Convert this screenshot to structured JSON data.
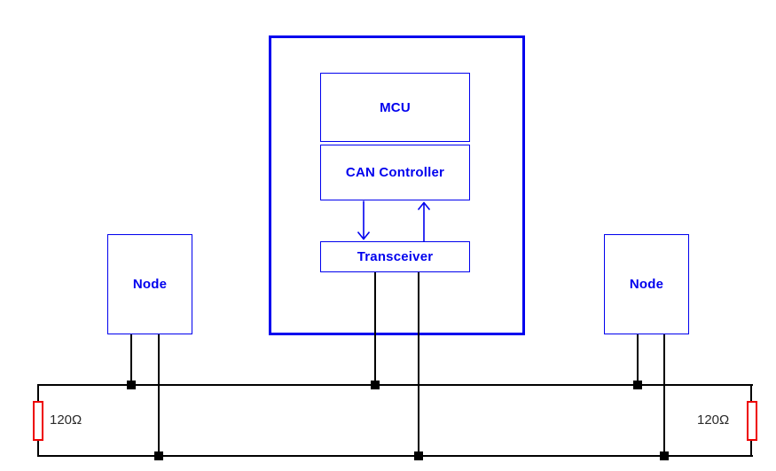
{
  "colors": {
    "box_blue": "#0000ee",
    "resistor_red": "#ee0000",
    "wire_black": "#000000",
    "terminator_text": "#2b2b2b"
  },
  "ecu": {
    "mcu_label": "MCU",
    "can_controller_label": "CAN Controller",
    "transceiver_label": "Transceiver"
  },
  "nodes": [
    {
      "label": "Node"
    },
    {
      "label": "Node"
    }
  ],
  "terminators": [
    {
      "label": "120Ω"
    },
    {
      "label": "120Ω"
    }
  ]
}
